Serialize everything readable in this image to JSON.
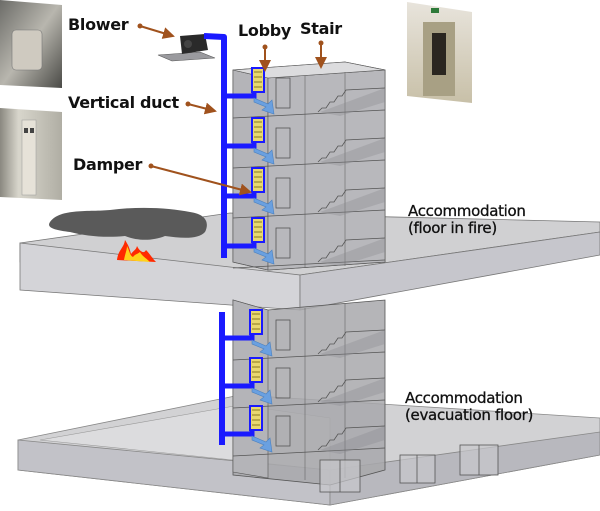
{
  "diagram": {
    "title": "Smoke control pressurization system for stair lobby",
    "labels": {
      "blower": "Blower",
      "vertical_duct": "Vertical duct",
      "damper": "Damper",
      "lobby": "Lobby",
      "stair": "Stair",
      "floor_in_fire_line1": "Accommodation",
      "floor_in_fire_line2": "(floor in fire)",
      "evacuation_floor_line1": "Accommodation",
      "evacuation_floor_line2": "(evacuation floor)"
    },
    "photos": [
      {
        "name": "blower-photo",
        "depicts": "blower unit"
      },
      {
        "name": "damper-photo",
        "depicts": "wall damper panel"
      },
      {
        "name": "lobby-photo",
        "depicts": "lobby corridor with exit sign"
      }
    ],
    "upper_floors": 4,
    "lower_floors": 3,
    "colors": {
      "duct": "#1a1aff",
      "leader_line": "#a0521d",
      "smoke": "#5a5a5a",
      "fire": "#ff2a00",
      "fire_inner": "#ffd21a",
      "damper": "#e8d870",
      "airflow_arrow": "#6aa0e0",
      "slab_top": "#d6d6d8",
      "slab_side": "#c4c4cc",
      "shaft": "#9a9a9a"
    }
  }
}
